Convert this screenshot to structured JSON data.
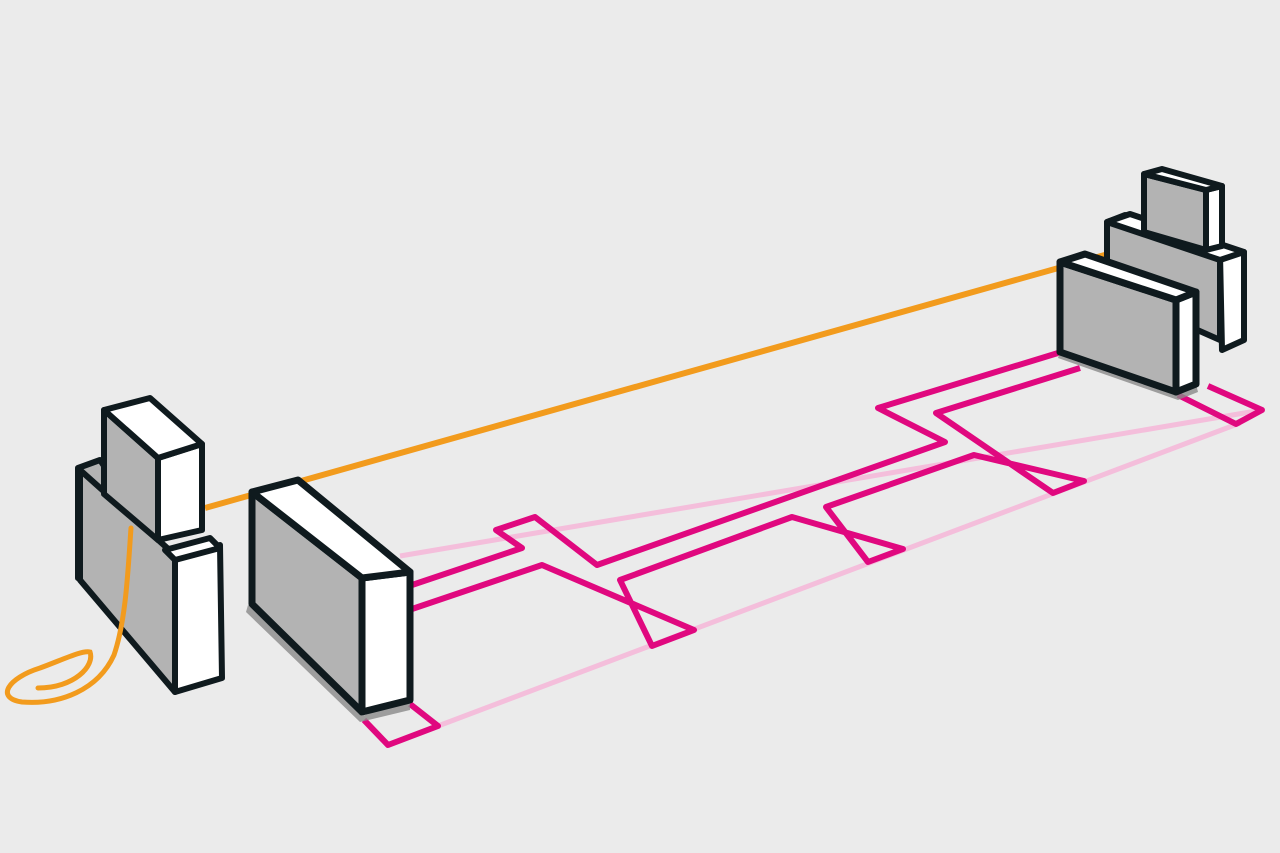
{
  "colors": {
    "background": "#ebebeb",
    "outline": "#0f1a1e",
    "box_front": "#b3b3b3",
    "box_side": "#ffffff",
    "cable": "#f29b1d",
    "route": "#e0087f",
    "route_faint": "#f4bedb",
    "shadow": "#8a8a8a"
  },
  "objects": {
    "left_stack": "device-stack",
    "left_panel": "equipment-panel",
    "right_stack": "device-stack",
    "overhead_link": "cable",
    "floor_route": "cable-tray-route",
    "loose_cable": "cable"
  }
}
